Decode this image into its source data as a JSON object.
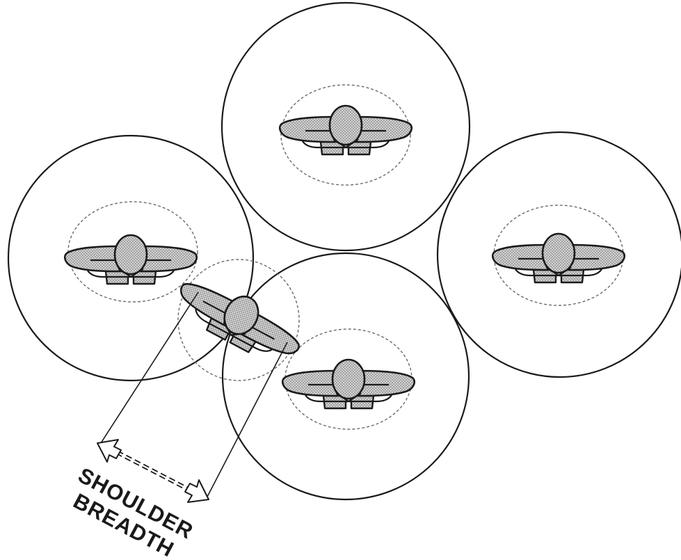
{
  "diagram": {
    "label_line_1": "SHOULDER",
    "label_line_2": "BREADTH",
    "colors": {
      "ink": "#1a1a1a",
      "body_fill": "#c9c9c9",
      "dashed_circle": "#6a6a6a",
      "background": "#ffffff"
    },
    "figures": [
      {
        "id": "top",
        "rotation_deg": 0
      },
      {
        "id": "left",
        "rotation_deg": 0
      },
      {
        "id": "right",
        "rotation_deg": 0
      },
      {
        "id": "bottom",
        "rotation_deg": 0
      },
      {
        "id": "turned",
        "rotation_deg": 28
      }
    ]
  }
}
